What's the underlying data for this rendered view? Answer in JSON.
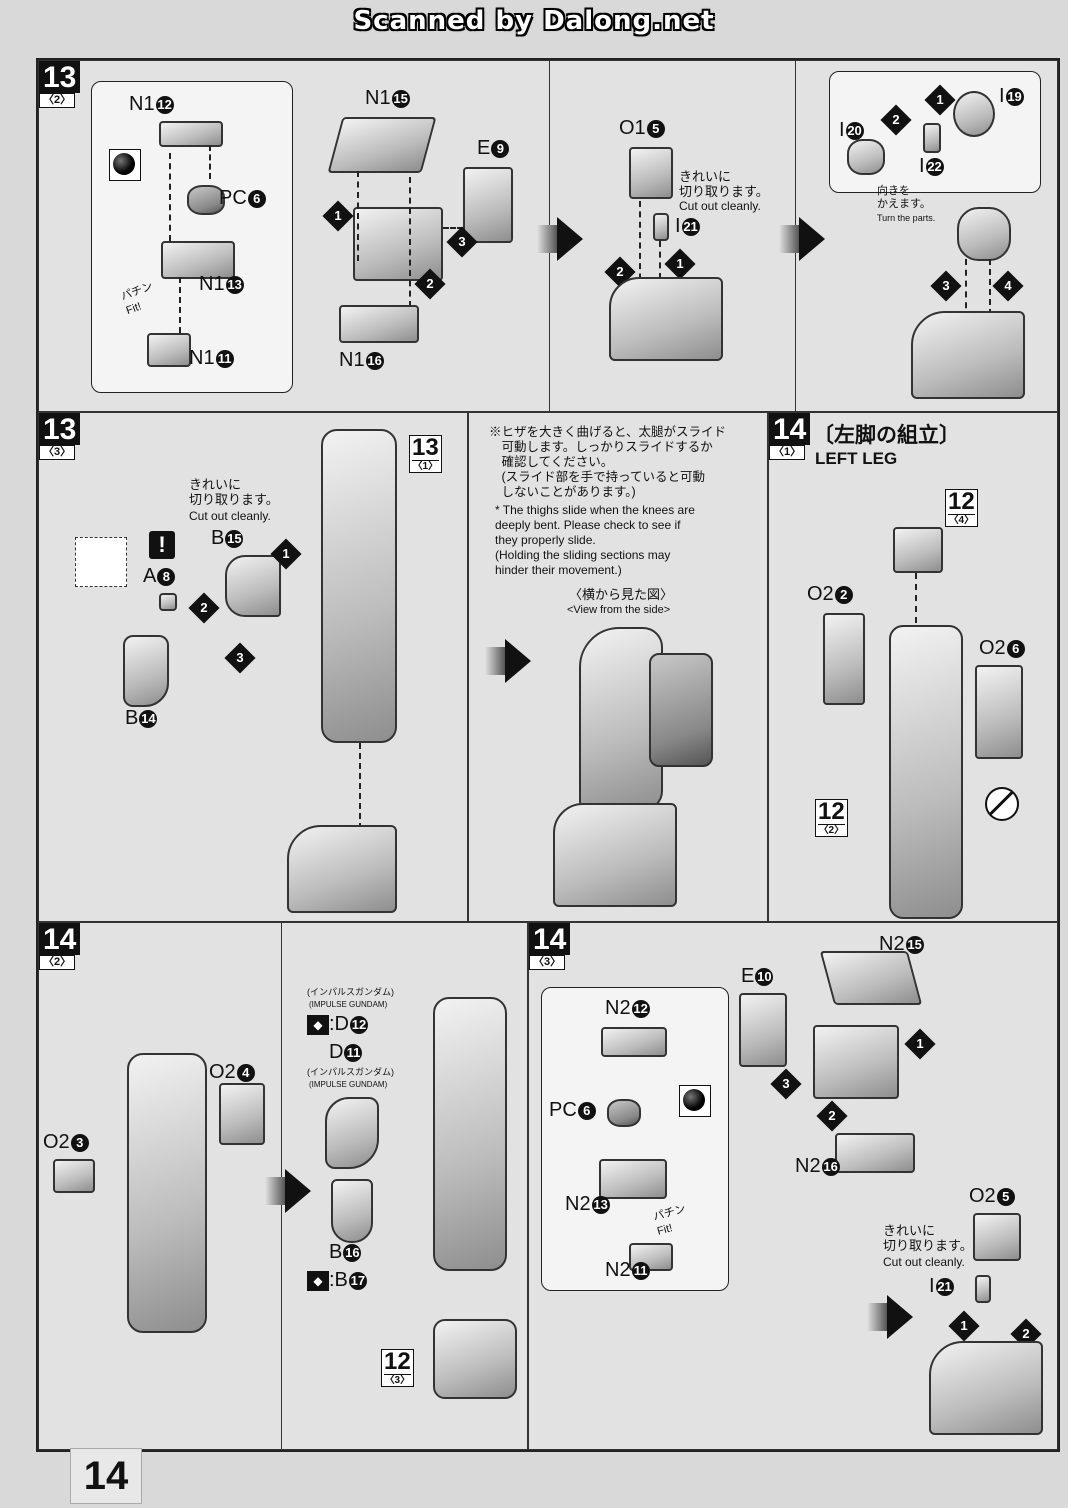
{
  "header": {
    "scan_credit": "Scanned by Dalong.net"
  },
  "page_number": "14",
  "panel_13_2": {
    "step": "13",
    "sub": "〈2〉",
    "parts": {
      "n1_12": "N1",
      "n1_12_no": "12",
      "pc6": "PC",
      "pc6_no": "6",
      "n1_13": "N1",
      "n1_13_no": "13",
      "n1_11": "N1",
      "n1_11_no": "11",
      "n1_15": "N1",
      "n1_15_no": "15",
      "e9": "E",
      "e9_no": "9",
      "n1_16": "N1",
      "n1_16_no": "16",
      "o1_5": "O1",
      "o1_5_no": "5",
      "i21": "I",
      "i21_no": "21",
      "i19": "I",
      "i19_no": "19",
      "i20": "I",
      "i20_no": "20",
      "i22": "I",
      "i22_no": "22"
    },
    "fit": "パチン Fit!",
    "cut_jp": "きれいに\n切り取ります。",
    "cut_en": "Cut out cleanly.",
    "turn_jp": "向きを\nかえます。",
    "turn_en": "Turn the parts."
  },
  "panel_13_3": {
    "step": "13",
    "sub": "〈3〉",
    "cut_jp": "きれいに\n切り取ります。",
    "cut_en": "Cut out cleanly.",
    "parts": {
      "b15": "B",
      "b15_no": "15",
      "a8": "A",
      "a8_no": "8",
      "b14": "B",
      "b14_no": "14"
    },
    "ref": {
      "num": "13",
      "sub": "〈1〉"
    }
  },
  "note_panel": {
    "jp": "※ヒザを大きく曲げると、太腿がスライド\n　可動します。しっかりスライドするか\n　確認してください。\n　(スライド部を手で持っていると可動\n　しないことがあります。)",
    "en": "* The thighs slide when the knees are\n  deeply bent. Please check to see if\n  they properly slide.\n  (Holding the sliding sections may\n  hinder their movement.)",
    "view_jp": "〈横から見た図〉",
    "view_en": "<View from the side>"
  },
  "panel_14_1": {
    "step": "14",
    "sub": "〈1〉",
    "title_jp": "〔左脚の組立〕",
    "title_en": "LEFT LEG",
    "ref_top": {
      "num": "12",
      "sub": "〈4〉"
    },
    "ref_bottom": {
      "num": "12",
      "sub": "〈2〉"
    },
    "parts": {
      "o2_2": "O2",
      "o2_2_no": "2",
      "o2_6": "O2",
      "o2_6_no": "6"
    }
  },
  "panel_14_2": {
    "step": "14",
    "sub": "〈2〉",
    "parts": {
      "o2_4": "O2",
      "o2_4_no": "4",
      "o2_3": "O2",
      "o2_3_no": "3",
      "d12": ":D",
      "d12_no": "12",
      "d11": "D",
      "d11_no": "11",
      "b16": "B",
      "b16_no": "16",
      "b17": ":B",
      "b17_no": "17"
    },
    "impulse_jp_1": "(インパルスガンダム)",
    "impulse_en_1": "(IMPULSE GUNDAM)",
    "impulse_jp_2": "(インパルスガンダム)",
    "impulse_en_2": "(IMPULSE GUNDAM)",
    "ref": {
      "num": "12",
      "sub": "〈3〉"
    }
  },
  "panel_14_3": {
    "step": "14",
    "sub": "〈3〉",
    "parts": {
      "n2_12": "N2",
      "n2_12_no": "12",
      "pc6": "PC",
      "pc6_no": "6",
      "n2_13": "N2",
      "n2_13_no": "13",
      "n2_11": "N2",
      "n2_11_no": "11",
      "e10": "E",
      "e10_no": "10",
      "n2_15": "N2",
      "n2_15_no": "15",
      "n2_16": "N2",
      "n2_16_no": "16",
      "o2_5": "O2",
      "o2_5_no": "5",
      "i21": "I",
      "i21_no": "21"
    },
    "fit": "パチン Fit!",
    "cut_jp": "きれいに\n切り取ります。",
    "cut_en": "Cut out cleanly."
  },
  "arrow_numbers": [
    "1",
    "2",
    "3",
    "4"
  ]
}
